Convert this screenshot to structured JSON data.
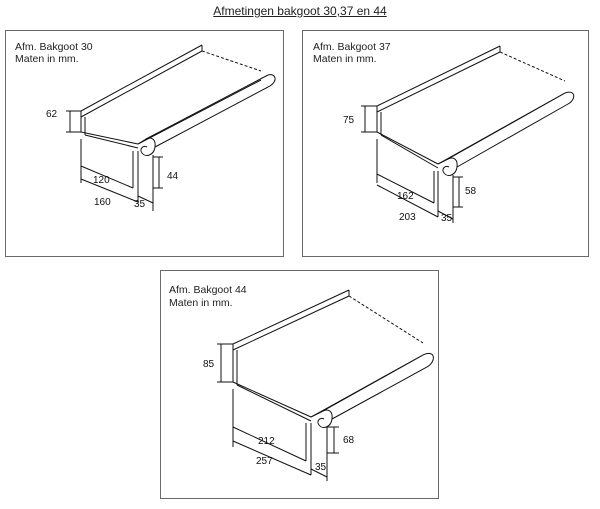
{
  "page": {
    "title": "Afmetingen bakgoot 30,37 en 44"
  },
  "panels": [
    {
      "title": "Afm. Bakgoot 30",
      "subtitle": "Maten in mm.",
      "dims": {
        "height": "62",
        "width_inner": "120",
        "width_total": "160",
        "lip_width": "35",
        "lip_height": "44"
      }
    },
    {
      "title": "Afm. Bakgoot 37",
      "subtitle": "Maten in mm.",
      "dims": {
        "height": "75",
        "width_inner": "162",
        "width_total": "203",
        "lip_width": "35",
        "lip_height": "58"
      }
    },
    {
      "title": "Afm. Bakgoot 44",
      "subtitle": "Maten in mm.",
      "dims": {
        "height": "85",
        "width_inner": "212",
        "width_total": "257",
        "lip_width": "35",
        "lip_height": "68"
      }
    }
  ]
}
